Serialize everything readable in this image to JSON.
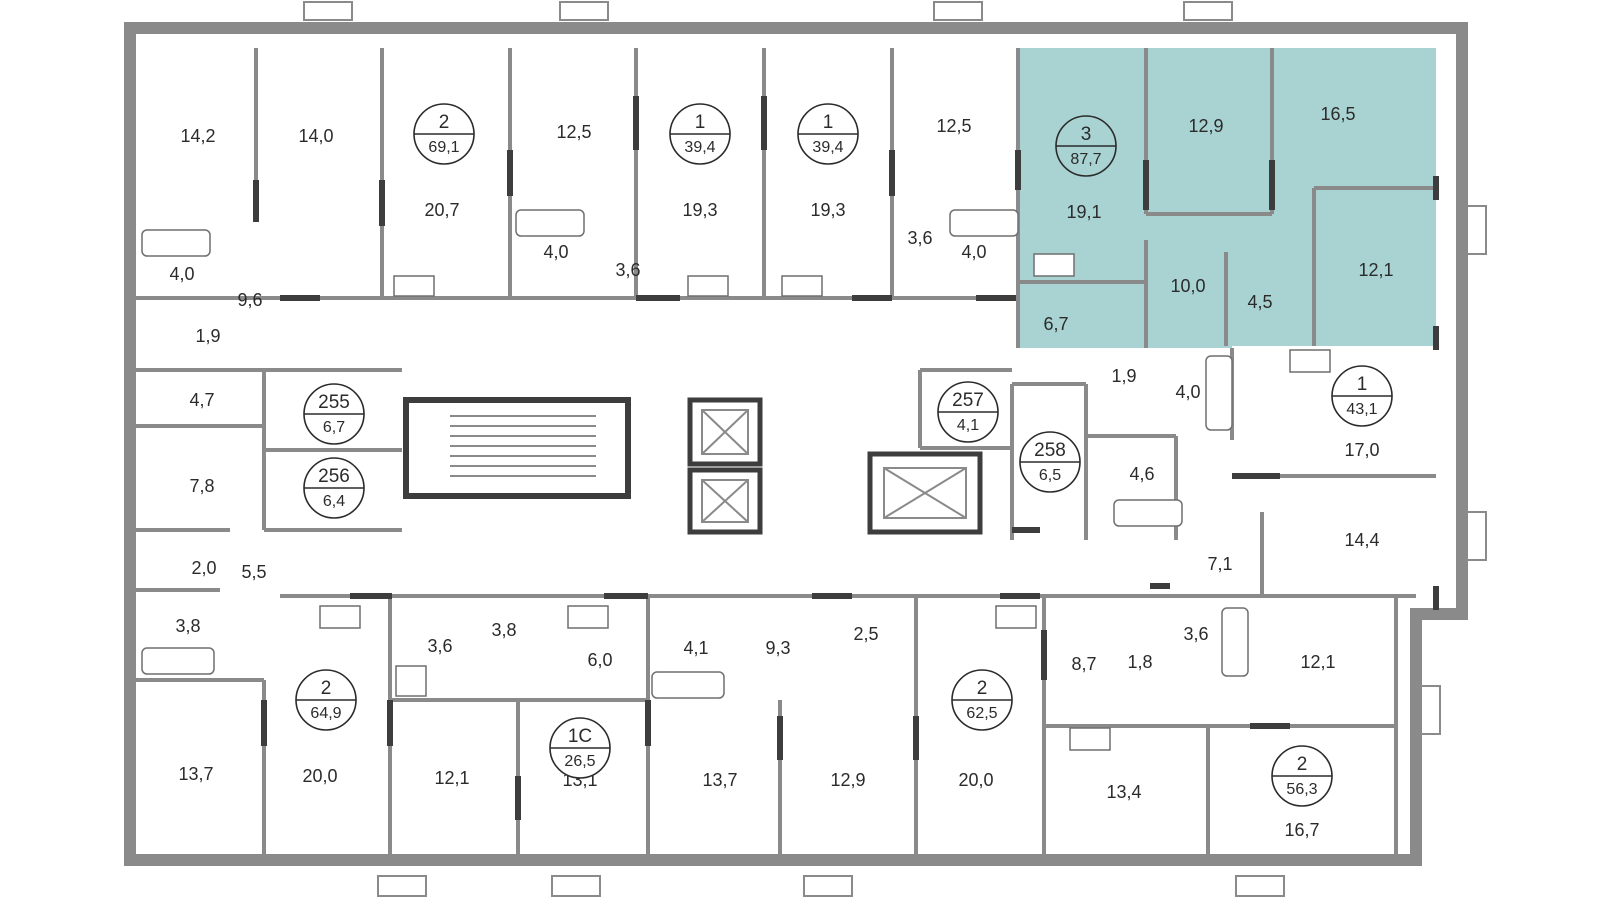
{
  "plan": {
    "highlight_color": "#a9d3d2",
    "rooms": [
      {
        "id": "r1",
        "label": "14,2"
      },
      {
        "id": "r2",
        "label": "14,0"
      },
      {
        "id": "r3",
        "label": "20,7"
      },
      {
        "id": "r4",
        "label": "12,5"
      },
      {
        "id": "r5",
        "label": "19,3"
      },
      {
        "id": "r6",
        "label": "19,3"
      },
      {
        "id": "r7",
        "label": "12,5"
      },
      {
        "id": "r8",
        "label": "19,1"
      },
      {
        "id": "r9",
        "label": "12,9"
      },
      {
        "id": "r10",
        "label": "16,5"
      },
      {
        "id": "r11",
        "label": "12,1"
      },
      {
        "id": "r12",
        "label": "10,0"
      },
      {
        "id": "r13",
        "label": "4,5"
      },
      {
        "id": "r14",
        "label": "6,7"
      },
      {
        "id": "r15",
        "label": "1,9"
      },
      {
        "id": "r16",
        "label": "4,0"
      },
      {
        "id": "r17",
        "label": "4,0"
      },
      {
        "id": "r18",
        "label": "9,6"
      },
      {
        "id": "r19",
        "label": "1,9"
      },
      {
        "id": "r20",
        "label": "4,0"
      },
      {
        "id": "r21",
        "label": "3,6"
      },
      {
        "id": "r22",
        "label": "3,6"
      },
      {
        "id": "r23",
        "label": "4,0"
      },
      {
        "id": "r24",
        "label": "4,7"
      },
      {
        "id": "r25",
        "label": "7,8"
      },
      {
        "id": "r26",
        "label": "2,0"
      },
      {
        "id": "r27",
        "label": "5,5"
      },
      {
        "id": "r28",
        "label": "3,8"
      },
      {
        "id": "r29",
        "label": "17,0"
      },
      {
        "id": "r30",
        "label": "4,6"
      },
      {
        "id": "r31",
        "label": "14,4"
      },
      {
        "id": "r32",
        "label": "7,1"
      },
      {
        "id": "r33",
        "label": "3,6"
      },
      {
        "id": "r34",
        "label": "3,8"
      },
      {
        "id": "r35",
        "label": "6,0"
      },
      {
        "id": "r36",
        "label": "4,1"
      },
      {
        "id": "r37",
        "label": "9,3"
      },
      {
        "id": "r38",
        "label": "2,5"
      },
      {
        "id": "r39",
        "label": "8,7"
      },
      {
        "id": "r40",
        "label": "1,8"
      },
      {
        "id": "r41",
        "label": "3,6"
      },
      {
        "id": "r42",
        "label": "12,1"
      },
      {
        "id": "r43",
        "label": "13,7"
      },
      {
        "id": "r44",
        "label": "20,0"
      },
      {
        "id": "r45",
        "label": "12,1"
      },
      {
        "id": "r46",
        "label": "13,1"
      },
      {
        "id": "r47",
        "label": "13,7"
      },
      {
        "id": "r48",
        "label": "12,9"
      },
      {
        "id": "r49",
        "label": "20,0"
      },
      {
        "id": "r50",
        "label": "13,4"
      },
      {
        "id": "r51",
        "label": "16,7"
      }
    ],
    "badges": [
      {
        "id": "b1",
        "num": "2",
        "area": "69,1"
      },
      {
        "id": "b2",
        "num": "1",
        "area": "39,4"
      },
      {
        "id": "b3",
        "num": "1",
        "area": "39,4"
      },
      {
        "id": "b4",
        "num": "3",
        "area": "87,7"
      },
      {
        "id": "b5",
        "num": "255",
        "area": "6,7"
      },
      {
        "id": "b6",
        "num": "256",
        "area": "6,4"
      },
      {
        "id": "b7",
        "num": "257",
        "area": "4,1"
      },
      {
        "id": "b8",
        "num": "258",
        "area": "6,5"
      },
      {
        "id": "b9",
        "num": "1",
        "area": "43,1"
      },
      {
        "id": "b10",
        "num": "2",
        "area": "64,9"
      },
      {
        "id": "b11",
        "num": "1С",
        "area": "26,5"
      },
      {
        "id": "b12",
        "num": "2",
        "area": "62,5"
      },
      {
        "id": "b13",
        "num": "2",
        "area": "56,3"
      }
    ]
  }
}
